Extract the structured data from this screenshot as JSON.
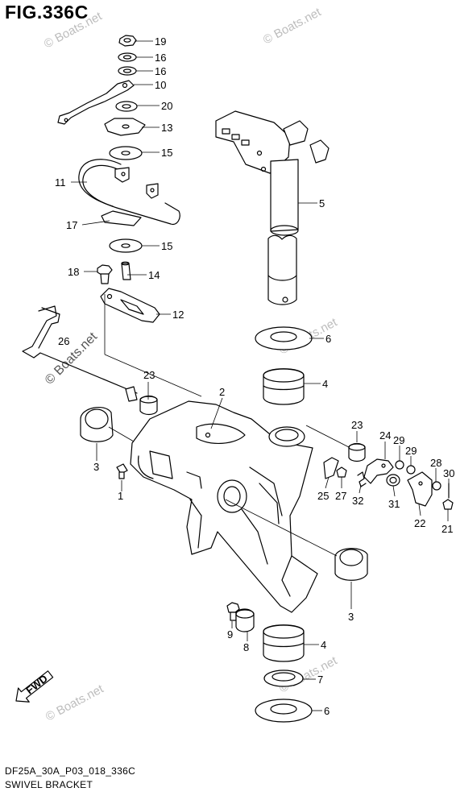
{
  "figure": {
    "title": "FIG.336C",
    "code": "DF25A_30A_P03_018_336C",
    "name": "SWIVEL BRACKET",
    "watermark": "© Boats.net",
    "arrow_label": "FWD"
  },
  "callouts": [
    {
      "id": "c19",
      "label": "19"
    },
    {
      "id": "c16a",
      "label": "16"
    },
    {
      "id": "c16b",
      "label": "16"
    },
    {
      "id": "c10",
      "label": "10"
    },
    {
      "id": "c20",
      "label": "20"
    },
    {
      "id": "c13",
      "label": "13"
    },
    {
      "id": "c15a",
      "label": "15"
    },
    {
      "id": "c11",
      "label": "11"
    },
    {
      "id": "c17",
      "label": "17"
    },
    {
      "id": "c15b",
      "label": "15"
    },
    {
      "id": "c18",
      "label": "18"
    },
    {
      "id": "c14",
      "label": "14"
    },
    {
      "id": "c12",
      "label": "12"
    },
    {
      "id": "c5",
      "label": "5"
    },
    {
      "id": "c6a",
      "label": "6"
    },
    {
      "id": "c4a",
      "label": "4"
    },
    {
      "id": "c26",
      "label": "26"
    },
    {
      "id": "c23a",
      "label": "23"
    },
    {
      "id": "c2",
      "label": "2"
    },
    {
      "id": "c3a",
      "label": "3"
    },
    {
      "id": "c1",
      "label": "1"
    },
    {
      "id": "c23b",
      "label": "23"
    },
    {
      "id": "c24",
      "label": "24"
    },
    {
      "id": "c29a",
      "label": "29"
    },
    {
      "id": "c29b",
      "label": "29"
    },
    {
      "id": "c28",
      "label": "28"
    },
    {
      "id": "c30",
      "label": "30"
    },
    {
      "id": "c25",
      "label": "25"
    },
    {
      "id": "c27",
      "label": "27"
    },
    {
      "id": "c32",
      "label": "32"
    },
    {
      "id": "c31",
      "label": "31"
    },
    {
      "id": "c22",
      "label": "22"
    },
    {
      "id": "c21",
      "label": "21"
    },
    {
      "id": "c3b",
      "label": "3"
    },
    {
      "id": "c9",
      "label": "9"
    },
    {
      "id": "c8",
      "label": "8"
    },
    {
      "id": "c4b",
      "label": "4"
    },
    {
      "id": "c7",
      "label": "7"
    },
    {
      "id": "c6b",
      "label": "6"
    }
  ]
}
